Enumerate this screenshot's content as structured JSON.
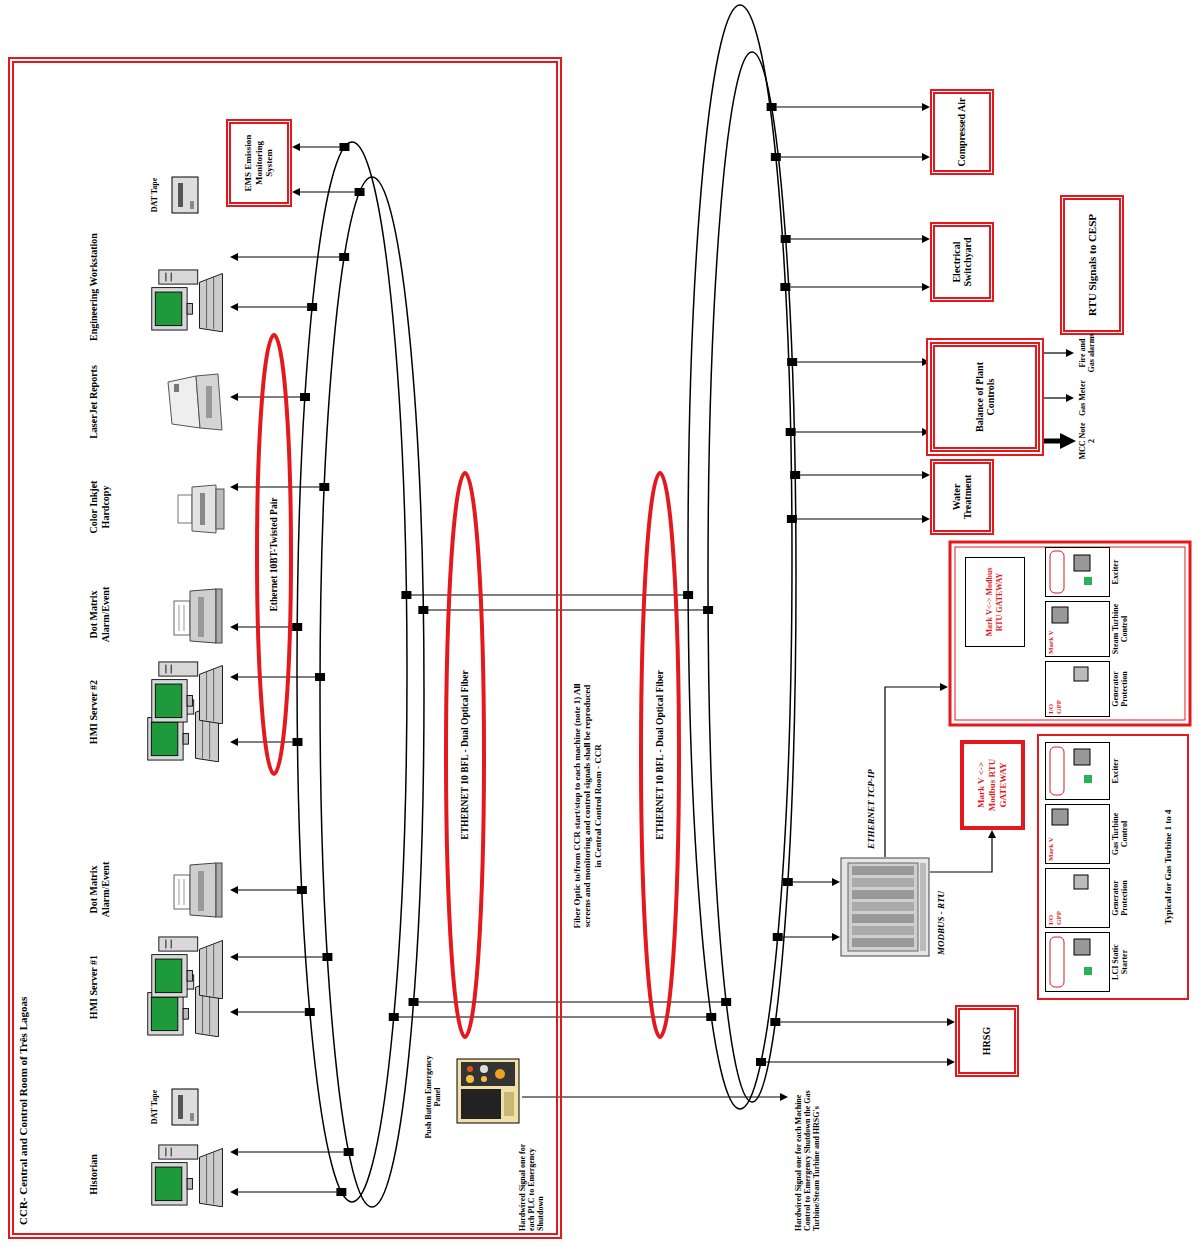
{
  "diagram": {
    "nodes": [
      {
        "text": [
          "CCR- Central and Control Room of Três Lagoas"
        ]
      },
      {
        "text": [
          "Historian"
        ],
        "in": 0
      },
      {
        "text": [
          "HMI Server #1"
        ],
        "in": 0
      },
      {
        "text": [
          "Dot Matrix Alarm/Event"
        ],
        "in": 0
      },
      {
        "text": [
          "HMI Server #2"
        ],
        "in": 0
      },
      {
        "text": [
          "Dot Matrix Alarm/Event"
        ],
        "in": 0
      },
      {
        "text": [
          "Color Inkjet Hardcopy"
        ],
        "in": 0
      },
      {
        "text": [
          "LaserJet Reports"
        ],
        "in": 0
      },
      {
        "text": [
          "Engineering Workstation"
        ],
        "in": 0
      },
      {
        "text": [
          "EMS Emission Monitoring System"
        ],
        "in": 0
      },
      {
        "text": [
          "Ethernet 10BT-Twisted Pair"
        ],
        "in": 0
      },
      {
        "text": [
          "ETHERNET 10 BFL - Dual Optical Fiber"
        ],
        "in": 0
      },
      {
        "text": [
          "Push Button Emergency Panel"
        ],
        "in": 0
      },
      {
        "text": [
          "ETHERNET 10 BFL - Dual Optical Fiber"
        ]
      },
      {
        "text": [
          "Compressed Air"
        ]
      },
      {
        "text": [
          "Electrical Switchyard"
        ]
      },
      {
        "text": [
          "RTU Signals to CESP"
        ]
      },
      {
        "text": [
          "Balance of Plant Controls"
        ]
      },
      {
        "text": [
          "Water Treatment"
        ]
      },
      {
        "text": [
          "Mark V<-> Modbus RTU GATEWAY"
        ]
      },
      {
        "text": [
          "Exciter"
        ]
      },
      {
        "text": [
          "Mark V",
          "Steam Turbine Control"
        ]
      },
      {
        "text": [
          "I/O",
          "GPP",
          "Generator Protection"
        ]
      },
      {
        "text": [
          "Mark V <-> Modbus RTU GATEWAY"
        ]
      },
      {
        "text": [
          "Exciter"
        ]
      },
      {
        "text": [
          "Mark V",
          "Gas Turbine Control"
        ]
      },
      {
        "text": [
          "I/O",
          "GPP",
          "Generator Protection"
        ]
      },
      {
        "text": [
          "LCI Static Starter"
        ]
      },
      {
        "text": [
          "HRSG"
        ]
      }
    ],
    "edges": [
      {
        "from": 15,
        "to": 16,
        "arrow": "to"
      },
      {
        "from": 19,
        "to": 20,
        "arrow": "none"
      },
      {
        "from": 19,
        "to": 21,
        "arrow": "none"
      },
      {
        "from": 23,
        "to": 24,
        "arrow": "none"
      },
      {
        "from": 23,
        "to": 25,
        "arrow": "none"
      }
    ],
    "labels": [
      "DAT Tape",
      "DAT Tape",
      "Fiber Optic to/from CCR start/stop to each machine (note 1) All screens and monitoring and control signals shall be reproduced in Central Control Room - CCR",
      "Hardwired Signal one for each PLC to Emergency Shutdown",
      "Hardwired Signal one for each Machine Control to Emergency Shutdown the Gas Turbine/Steam Turbine and HRSG's",
      "ETHERNET TCP-IP",
      "MODBUS - RTU",
      "Fire and Gas alarms",
      "Gas Meter",
      "MCC Note 2",
      "Typical for Gas Turbine 1 to 4"
    ]
  }
}
